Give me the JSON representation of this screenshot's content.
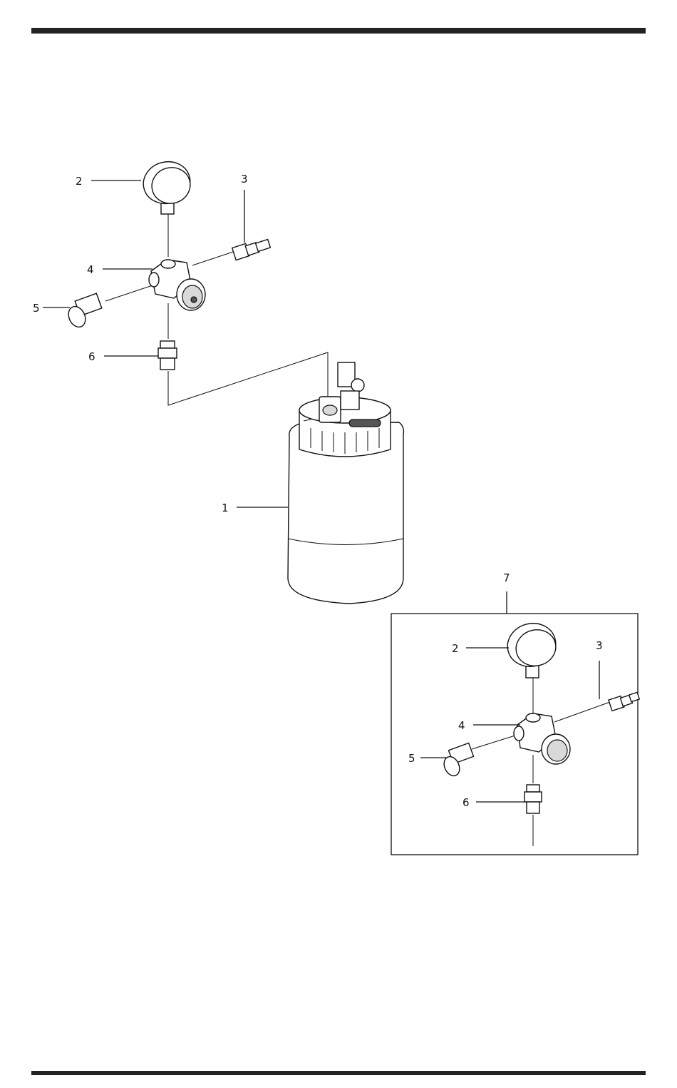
{
  "rules": {
    "color": "#222222"
  },
  "callouts": {
    "bottle": "1",
    "gauge": "2",
    "plug": "3",
    "regulator": "4",
    "cap_fitting": "5",
    "nipple": "6",
    "kit": "7"
  },
  "inset_callouts": {
    "gauge": "2",
    "plug": "3",
    "regulator": "4",
    "cap_fitting": "5",
    "nipple": "6"
  }
}
